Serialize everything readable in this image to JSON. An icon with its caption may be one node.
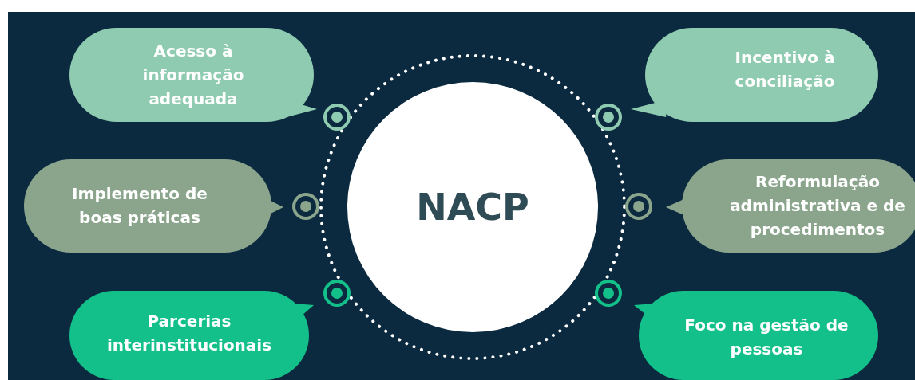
{
  "diagram": {
    "nodes": [
      {
        "text": [
          "Acesso à informação adequada"
        ]
      },
      {
        "text": [
          "Incentivo à conciliação"
        ]
      },
      {
        "text": [
          "Implemento de boas práticas"
        ]
      },
      {
        "text": [
          "NACP"
        ]
      },
      {
        "text": [
          "Reformulação administrativa e de procedimentos"
        ]
      },
      {
        "text": [
          "Parcerias interinstitucionais"
        ]
      },
      {
        "text": [
          "Foco na gestão de pessoas"
        ]
      }
    ]
  }
}
